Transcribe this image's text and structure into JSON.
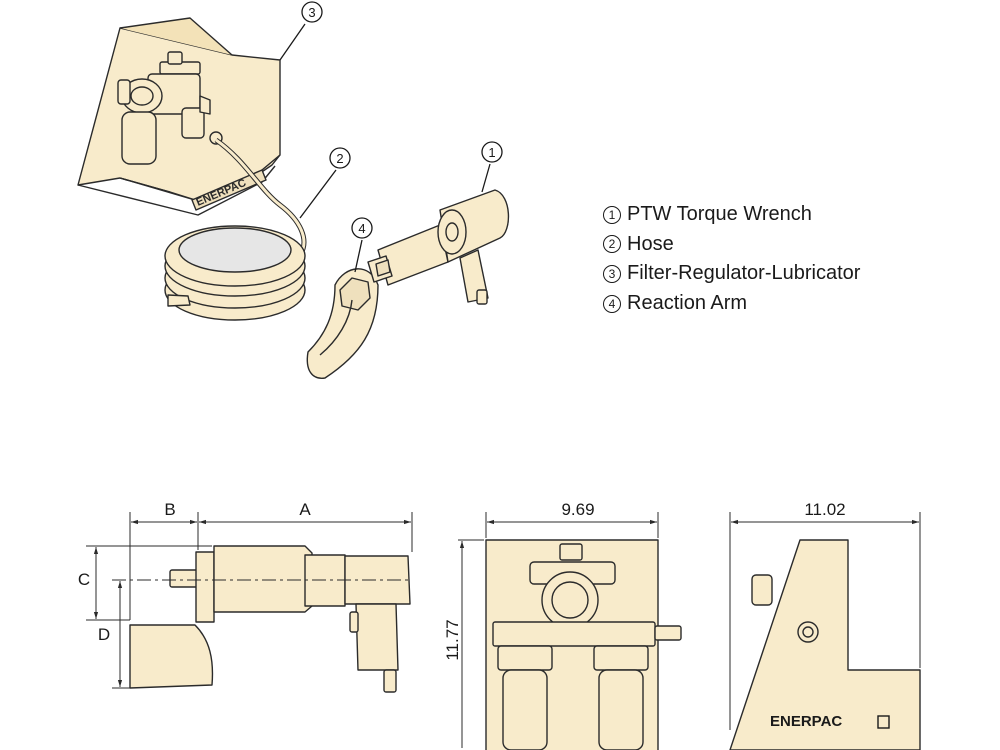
{
  "legend": [
    {
      "number": "1",
      "label": "PTW Torque Wrench"
    },
    {
      "number": "2",
      "label": "Hose"
    },
    {
      "number": "3",
      "label": "Filter-Regulator-Lubricator"
    },
    {
      "number": "4",
      "label": "Reaction Arm"
    }
  ],
  "callouts": {
    "c1": "1",
    "c2": "2",
    "c3": "3",
    "c4": "4"
  },
  "dimensions": {
    "a": "A",
    "b": "B",
    "c": "C",
    "d": "D",
    "width_front": "9.69",
    "height_front": "11.77",
    "width_side": "11.02"
  },
  "brand": {
    "cabinet_logo": "ENERPAC",
    "side_logo": "ENERPAC"
  },
  "colors": {
    "fill": "#f8ebcb",
    "line": "#2b2b2b",
    "text": "#1a1a1a"
  }
}
